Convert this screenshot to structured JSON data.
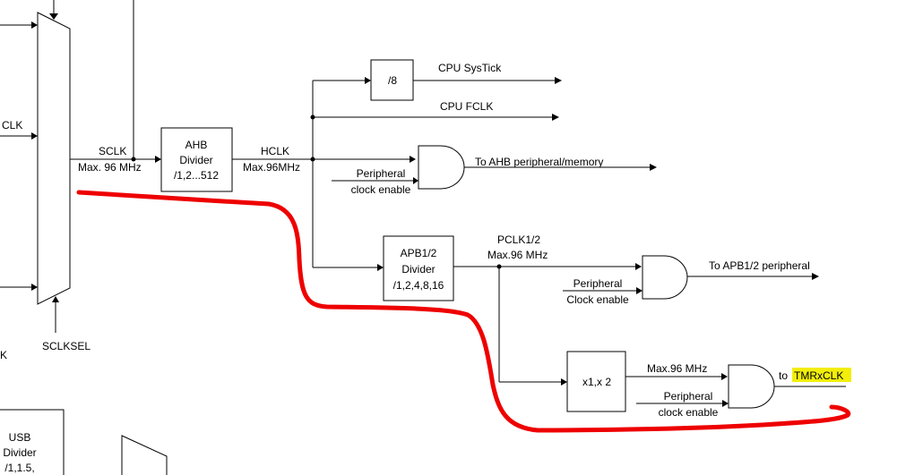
{
  "labels": {
    "clk_partial": "CLK",
    "k_partial": "K",
    "sclk": "SCLK",
    "sclk_max": "Max. 96 MHz",
    "sclksel": "SCLKSEL",
    "ahb_divider": [
      "AHB",
      "Divider",
      "/1,2...512"
    ],
    "hclk": "HCLK",
    "hclk_max": "Max.96MHz",
    "div8": "/8",
    "cpu_systick": "CPU SysTick",
    "cpu_fclk": "CPU FCLK",
    "ahb_periph_enable": [
      "Peripheral",
      "clock enable"
    ],
    "to_ahb": "To AHB peripheral/memory",
    "apb_divider": [
      "APB1/2",
      "Divider",
      "/1,2,4,8,16"
    ],
    "pclk": "PCLK1/2",
    "pclk_max": "Max.96 MHz",
    "apb_periph_enable": [
      "Peripheral",
      "Clock enable"
    ],
    "to_apb": "To APB1/2 peripheral",
    "mult": "x1,x 2",
    "tmr_max": "Max.96 MHz",
    "tmr_periph_enable": [
      "Peripheral",
      "clock enable"
    ],
    "to_prefix": "to",
    "tmrxclk": "TMRxCLK",
    "usb_divider": [
      "USB",
      "Divider",
      "/1,1.5,"
    ]
  },
  "colors": {
    "line": "#000000",
    "annotation_stroke": "#ee0000",
    "highlight": "#f2ee0a"
  }
}
